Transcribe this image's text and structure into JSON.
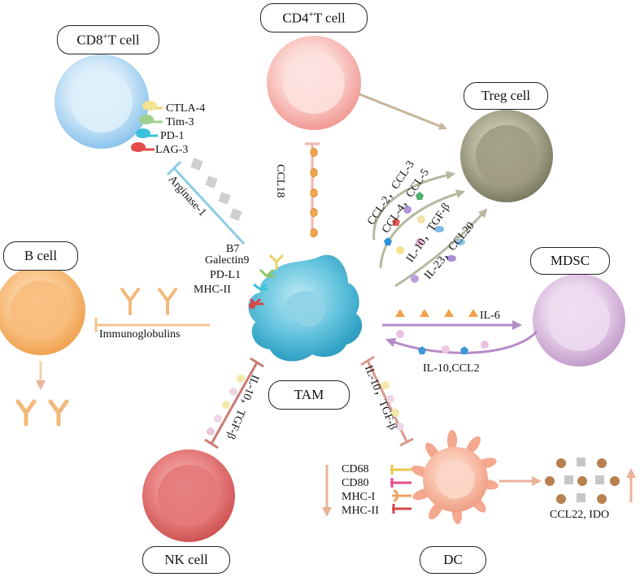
{
  "cells": {
    "cd8": "CD8+T cell",
    "cd4": "CD4+T cell",
    "treg": "Treg cell",
    "b": "B cell",
    "mdsc": "MDSC",
    "tam": "TAM",
    "nk": "NK cell",
    "dc": "DC"
  },
  "cd8_receptors": [
    "CTLA-4",
    "Tim-3",
    "PD-1",
    "LAG-3"
  ],
  "tam_ligands": [
    "B7",
    "Galectin9",
    "PD-L1",
    "MHC-II"
  ],
  "dc_markers": [
    "CD68",
    "CD80",
    "MHC-I",
    "MHC-II"
  ],
  "edge_labels": {
    "arginase": "Arginase-1",
    "ccl18": "CCL18",
    "treg_chemokines_1": "CCL-2，CCL-3",
    "treg_chemokines_2": "CCL-4，CCL-5",
    "treg_cytokines_1": "IL-10，TGF-β",
    "treg_cytokines_2": "IL-23，CCL20",
    "il6": "IL-6",
    "il10_ccl2": "IL-10,CCL2",
    "immunoglobulins": "Immunoglobulins",
    "nk_inhibit": "IL-10，TGF-β",
    "dc_inhibit": "IL-10，TGF-β",
    "dc_products": "CCL22, IDO"
  },
  "colors": {
    "cd8": "#a9d3f2",
    "cd4": "#f7b3ae",
    "treg": "#8f8c74",
    "b": "#f6b36a",
    "mdsc": "#d6b4dc",
    "tam": "#4fb9d6",
    "nk": "#e26a6b",
    "dc": "#f7b9a4",
    "inhibit_blue": "#8ecae6",
    "inhibit_red": "#c97b73",
    "arrow_tan": "#e3b79f",
    "arrow_purple": "#b48cc6"
  }
}
